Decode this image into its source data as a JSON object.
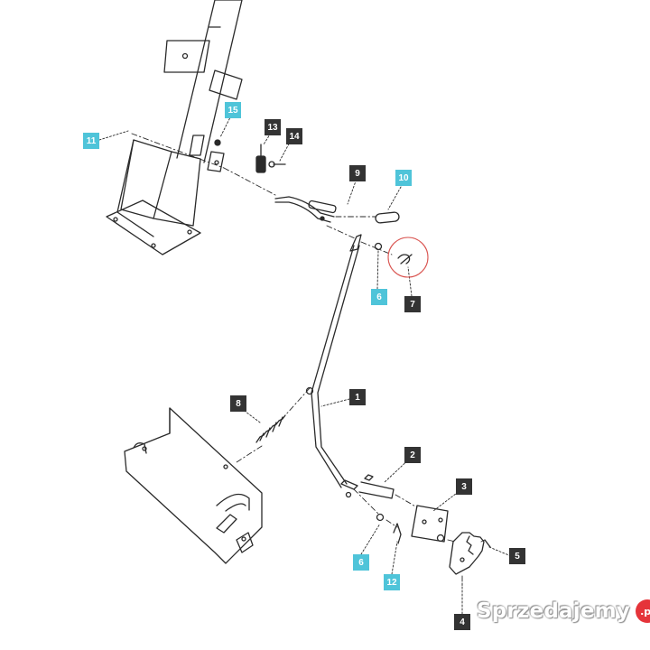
{
  "diagram": {
    "callouts": [
      {
        "id": "1",
        "style": "dark"
      },
      {
        "id": "2",
        "style": "dark"
      },
      {
        "id": "3",
        "style": "dark"
      },
      {
        "id": "4",
        "style": "dark"
      },
      {
        "id": "5",
        "style": "dark"
      },
      {
        "id": "6",
        "style": "accent"
      },
      {
        "id": "6",
        "style": "accent"
      },
      {
        "id": "7",
        "style": "dark"
      },
      {
        "id": "8",
        "style": "dark"
      },
      {
        "id": "9",
        "style": "dark"
      },
      {
        "id": "10",
        "style": "accent"
      },
      {
        "id": "11",
        "style": "accent"
      },
      {
        "id": "12",
        "style": "accent"
      },
      {
        "id": "13",
        "style": "dark"
      },
      {
        "id": "14",
        "style": "dark"
      },
      {
        "id": "15",
        "style": "accent"
      }
    ],
    "highlighted_part": "7"
  },
  "watermark": {
    "text": "Sprzedajemy",
    "badge": ".pl"
  },
  "colors": {
    "dark_tag": "#333333",
    "accent_tag": "#4fc4d9",
    "line": "#2a2a2a",
    "highlight_circle": "#d9534f",
    "watermark_badge": "#e5343a"
  }
}
